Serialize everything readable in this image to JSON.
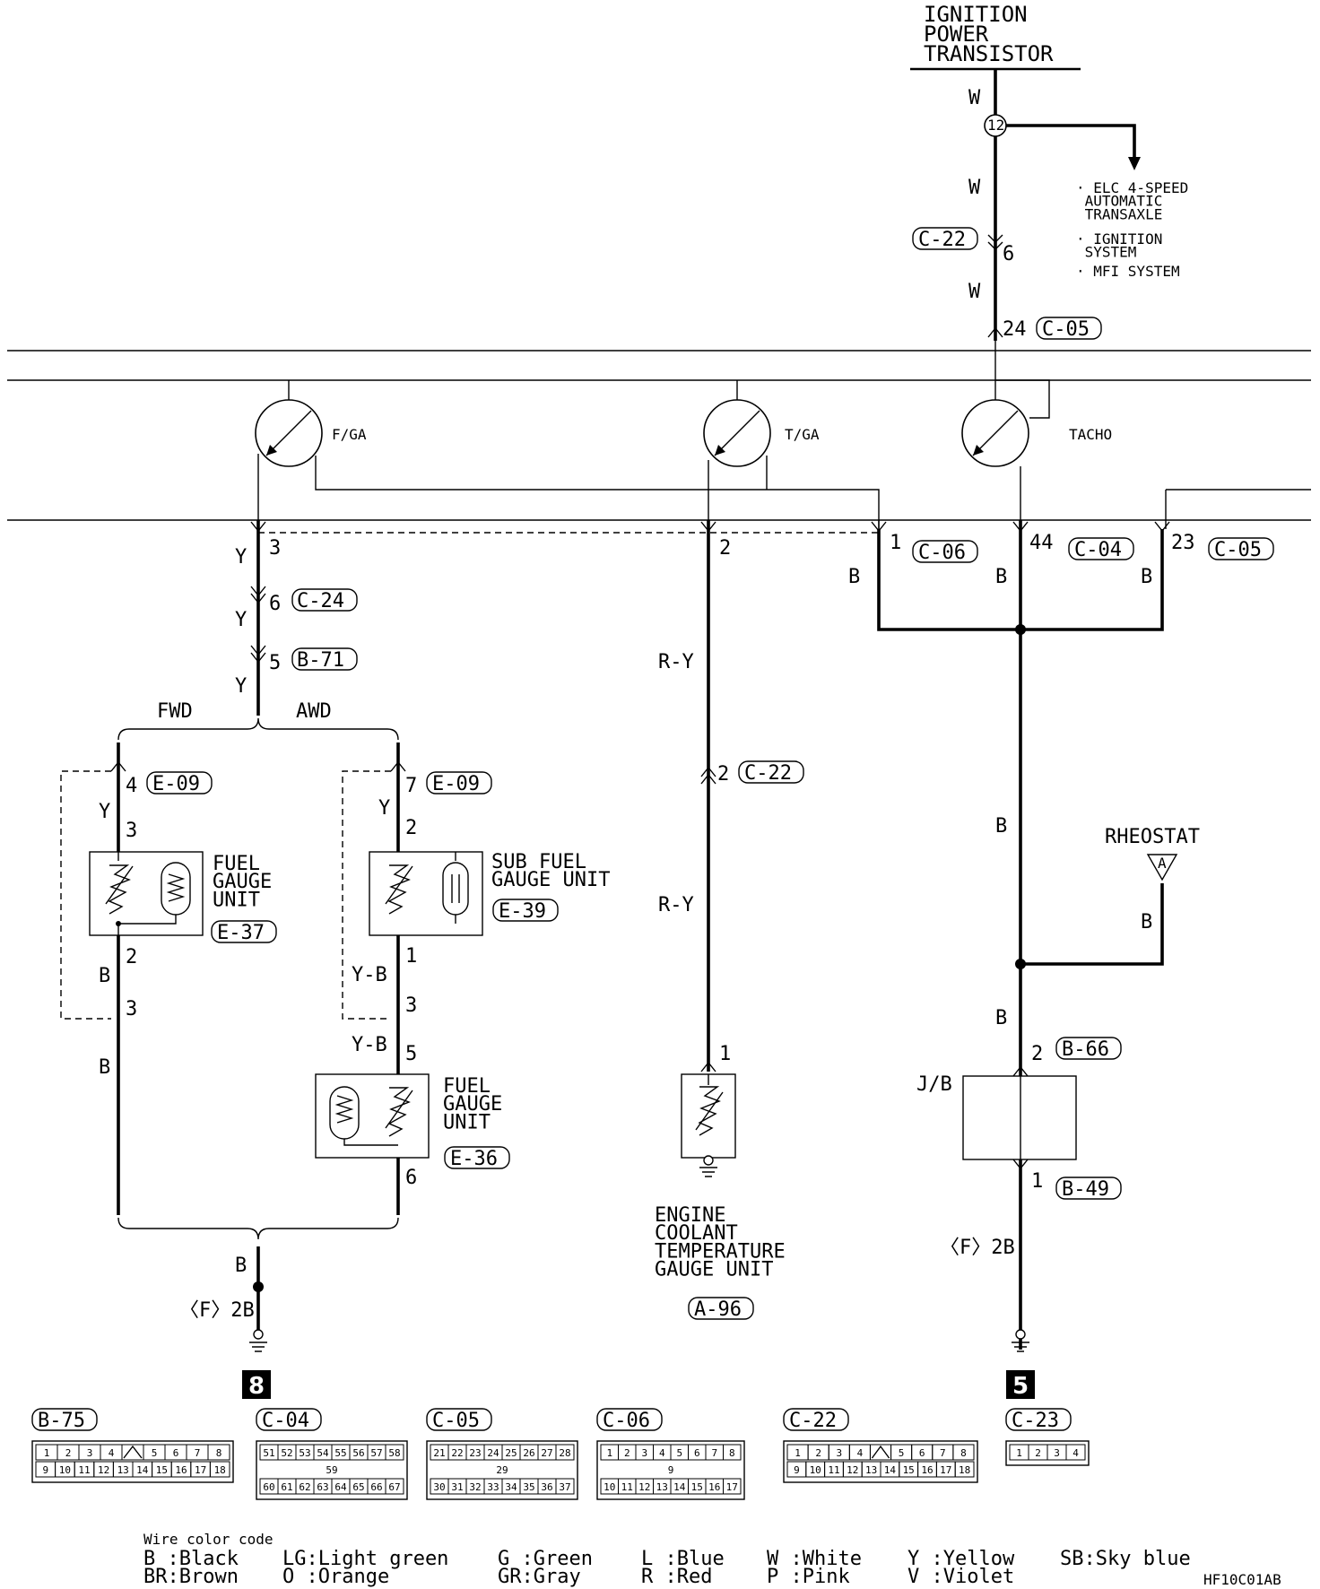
{
  "top_source": "IGNITION\nPOWER\nTRANSISTOR",
  "tap_circle": "12",
  "elc_list": [
    "· ELC 4-SPEED\n  AUTOMATIC\n  TRANSAXLE",
    "· IGNITION\n  SYSTEM",
    "· MFI SYSTEM"
  ],
  "wire_colors_top": [
    "W",
    "W",
    "W"
  ],
  "connectors": {
    "c22_top": "C-22",
    "c22_top_pin": "6",
    "c05_top": "C-05",
    "c05_top_pin": "24",
    "c06": "C-06",
    "c06_pin": "1",
    "c04": "C-04",
    "c04_pin": "44",
    "c05_right": "C-05",
    "c05_right_pin": "23",
    "c24": "C-24",
    "c24_pin": "6",
    "b71": "B-71",
    "b71_pin": "5",
    "e09_fwd": "E-09",
    "e09_fwd_pin": "4",
    "e09_awd": "E-09",
    "e09_awd_pin": "7",
    "e37": "E-37",
    "e39": "E-39",
    "e36": "E-36",
    "c22_mid": "C-22",
    "c22_mid_pin": "2",
    "a96": "A-96",
    "b66": "B-66",
    "b66_pin": "2",
    "b49": "B-49",
    "b49_pin": "1"
  },
  "gauges": {
    "fuel": "F/GA",
    "temp": "T/GA",
    "tacho": "TACHO"
  },
  "labels": {
    "fwd": "FWD",
    "awd": "AWD",
    "fuel_gauge_unit": "FUEL\nGAUGE\nUNIT",
    "sub_fuel_gauge_unit": "SUB FUEL\nGAUGE UNIT",
    "engine_coolant": "ENGINE\nCOOLANT\nTEMPERATURE\nGAUGE UNIT",
    "rheostat": "RHEOSTAT",
    "rheostat_letter": "A",
    "jb": "J/B",
    "ground_left": "〈F〉2B",
    "ground_right": "〈F〉2B",
    "ground_badge_left": "8",
    "ground_badge_right": "5"
  },
  "wire_labels": {
    "y": "Y",
    "b": "B",
    "ry": "R-Y",
    "yb": "Y-B",
    "pin3": "3",
    "pin2": "2",
    "pin1": "1",
    "pin5": "5",
    "pin6": "6"
  },
  "connector_faces": [
    {
      "id": "B-75",
      "row1": [
        "1",
        "2",
        "3",
        "4",
        "",
        "5",
        "6",
        "7",
        "8"
      ],
      "row2": [
        "9",
        "10",
        "11",
        "12",
        "13",
        "14",
        "15",
        "16",
        "17",
        "18"
      ]
    },
    {
      "id": "C-04",
      "row1": [
        "51",
        "52",
        "53",
        "54",
        "55",
        "56",
        "57",
        "58"
      ],
      "mid": "59",
      "row2": [
        "60",
        "61",
        "62",
        "63",
        "64",
        "65",
        "66",
        "67"
      ]
    },
    {
      "id": "C-05",
      "row1": [
        "21",
        "22",
        "23",
        "24",
        "25",
        "26",
        "27",
        "28"
      ],
      "mid": "29",
      "row2": [
        "30",
        "31",
        "32",
        "33",
        "34",
        "35",
        "36",
        "37"
      ]
    },
    {
      "id": "C-06",
      "row1": [
        "1",
        "2",
        "3",
        "4",
        "5",
        "6",
        "7",
        "8"
      ],
      "mid": "9",
      "row2": [
        "10",
        "11",
        "12",
        "13",
        "14",
        "15",
        "16",
        "17"
      ]
    },
    {
      "id": "C-22",
      "row1": [
        "1",
        "2",
        "3",
        "4",
        "",
        "5",
        "6",
        "7",
        "8"
      ],
      "row2": [
        "9",
        "10",
        "11",
        "12",
        "13",
        "14",
        "15",
        "16",
        "17",
        "18"
      ]
    },
    {
      "id": "C-23",
      "row1": [
        "1",
        "2",
        "3",
        "4"
      ]
    }
  ],
  "legend": {
    "title": "Wire color code",
    "col1": "B :Black\nBR:Brown",
    "col2": "LG:Light green\nO :Orange",
    "col3": "G :Green\nGR:Gray",
    "col4": "L :Blue\nR :Red",
    "col5": "W :White\nP :Pink",
    "col6": "Y :Yellow\nV :Violet",
    "col7": "SB:Sky blue"
  },
  "footer_code": "HF10C01AB"
}
